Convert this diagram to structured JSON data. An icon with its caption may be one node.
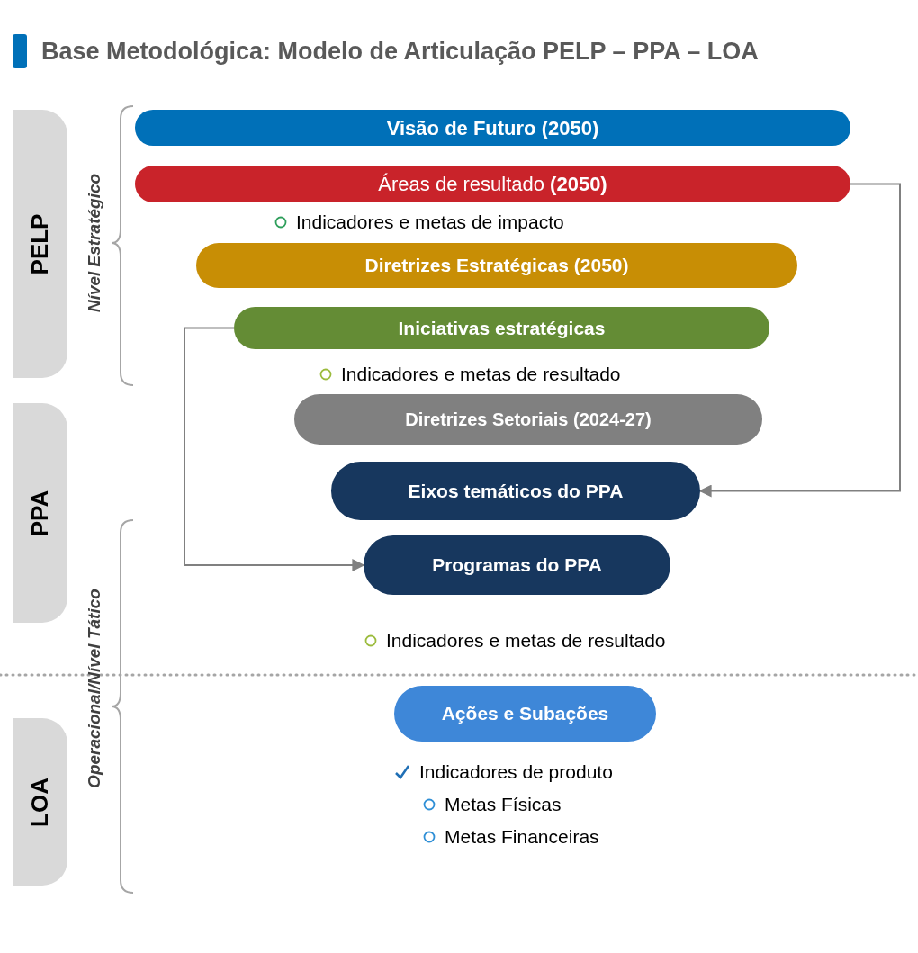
{
  "diagram": {
    "title": "Base Metodológica: Modelo de Articulação PELP – PPA – LOA",
    "nodes": [
      {
        "text": [
          "PELP"
        ]
      },
      {
        "text": [
          "PPA"
        ]
      },
      {
        "text": [
          "LOA"
        ]
      },
      {
        "text": [
          "Visão de Futuro (2050)"
        ]
      },
      {
        "text": [
          "Áreas de resultado **(2050)**"
        ]
      },
      {
        "text": [
          "Diretrizes Estratégicas (2050)"
        ]
      },
      {
        "text": [
          "Iniciativas estratégicas"
        ]
      },
      {
        "text": [
          "Diretrizes Setoriais (2024-27)"
        ]
      },
      {
        "text": [
          "Eixos temáticos do PPA"
        ]
      },
      {
        "text": [
          "Programas do PPA"
        ]
      },
      {
        "text": [
          "Ações e Subações"
        ]
      }
    ],
    "edges": [
      {
        "from": 4,
        "to": 8,
        "arrow": "to"
      },
      {
        "from": 6,
        "to": 9,
        "arrow": "to"
      }
    ],
    "labels": [
      "Nível Estratégico",
      "Operacional/Nível Tático",
      "Indicadores e metas de impacto",
      "Indicadores e metas de resultado",
      "Indicadores e metas de resultado",
      "Indicadores de produto",
      "Metas Físicas",
      "Metas Financeiras"
    ]
  }
}
